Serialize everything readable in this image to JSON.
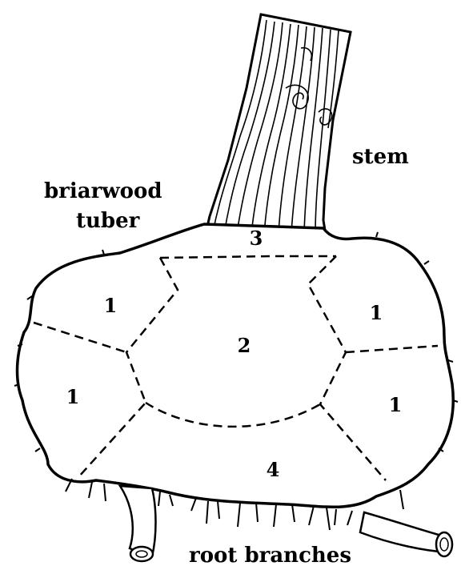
{
  "labels": {
    "tuber_line1": "briarwood",
    "tuber_line2": "tuber",
    "stem": "stem",
    "roots": "root branches"
  },
  "regions": {
    "r1_top_left": "1",
    "r1_top_right": "1",
    "r1_bottom_left": "1",
    "r1_bottom_right": "1",
    "r2_center": "2",
    "r3_top": "3",
    "r4_bottom": "4"
  }
}
